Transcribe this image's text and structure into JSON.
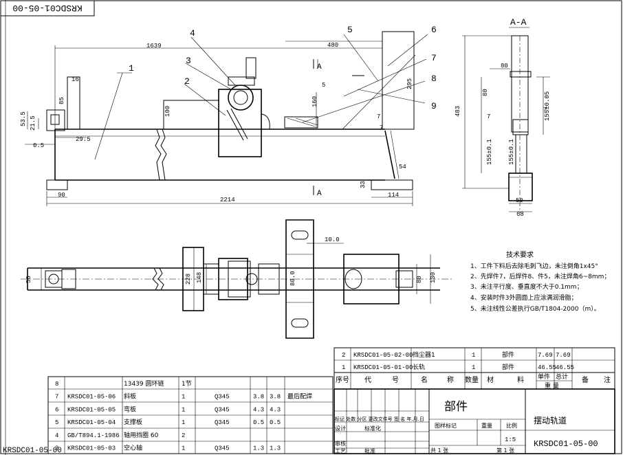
{
  "drawing_number": "KRSDC01-05-00",
  "drawing_number_bottom": "KRSDC01-05-00",
  "drawing_number_left": "KRSDC01-05-00",
  "section_title": "A-A",
  "section_mark": "A",
  "callouts": [
    "1",
    "2",
    "3",
    "4",
    "5",
    "6",
    "7",
    "8",
    "9"
  ],
  "dims": {
    "top_1639": "1639",
    "top_480": "480",
    "d16": "16",
    "d85": "85",
    "d53_5": "53.5",
    "d21_5": "21.5",
    "d0_5": "0.5",
    "d29_5": "29.5",
    "d100": "100",
    "d160": "160",
    "d295": "295",
    "d5": "5",
    "d7a": "7",
    "d7b": "7",
    "d54": "54",
    "d33": "33",
    "d90": "90",
    "d2214": "2214",
    "d114": "114",
    "d483": "483",
    "d80a": "80",
    "d80b": "80",
    "d155_005": "155±0.05",
    "d155_01a": "155±0.1",
    "d155_01b": "155±0.1",
    "d7c": "7",
    "d7d": "7",
    "d50": "50",
    "d68": "68",
    "d10": "10.0",
    "d56": "56",
    "d228": "228",
    "d148": "148",
    "d80c": "80.0",
    "d80d": "80",
    "d130": "130"
  },
  "tech": {
    "title": "技术要求",
    "lines": [
      "1、工件下料后去除毛刺飞边，未注倒角1x45°",
      "2、先焊件7，后焊件8、件5，未注焊角6~8mm；",
      "3、未注平行度、垂直度不大于0.1mm；",
      "4、安装时件3外圆面上应涂满润滑脂；",
      "5、未注线性公差执行GB/T1804-2000（m）。"
    ]
  },
  "upper_bom": [
    [
      "2",
      "KRSDC01-05-02-00",
      "挡尘器1",
      "1",
      "部件",
      "7.69",
      "7.69",
      ""
    ],
    [
      "1",
      "KRSDC01-05-01-00",
      "长轨",
      "1",
      "部件",
      "46.55",
      "46.55",
      ""
    ]
  ],
  "bom_header": [
    "序号",
    "代",
    "号",
    "名",
    "称",
    "数量",
    "材",
    "料",
    "单件",
    "总计",
    "备",
    "注"
  ],
  "bom_header_weight": "重  量",
  "lower_bom": [
    [
      "8",
      "",
      "13439 圆环链",
      "1节",
      "",
      "",
      "",
      ""
    ],
    [
      "7",
      "KRSDC01-05-06",
      "斜板",
      "1",
      "Q345",
      "3.8",
      "3.8",
      "最后配焊"
    ],
    [
      "6",
      "KRSDC01-05-05",
      "弯板",
      "1",
      "Q345",
      "4.3",
      "4.3",
      ""
    ],
    [
      "5",
      "KRSDC01-05-04",
      "支撑板",
      "1",
      "Q345",
      "0.5",
      "0.5",
      ""
    ],
    [
      "4",
      "GB/T894.1-1986",
      "轴用挡圈 60",
      "2",
      "",
      "",
      "",
      ""
    ],
    [
      "3",
      "KRSDC01-05-03",
      "空心轴",
      "1",
      "Q345",
      "1.3",
      "1.3",
      ""
    ]
  ],
  "title_block": {
    "category": "部件",
    "name": "摆动轨道",
    "number": "KRSDC01-05-00",
    "scale": "1:5",
    "sheets_total": "共 1 张",
    "sheet_no": "第 1 张",
    "row1": "标记 处数 分区 更改文件号 签 名 年.月.日",
    "design": "设计",
    "standardize": "标准化",
    "stage_mark": "图样标记",
    "weight": "重量",
    "ratio": "比例",
    "review": "审核",
    "process": "工艺",
    "approve": "批准"
  }
}
